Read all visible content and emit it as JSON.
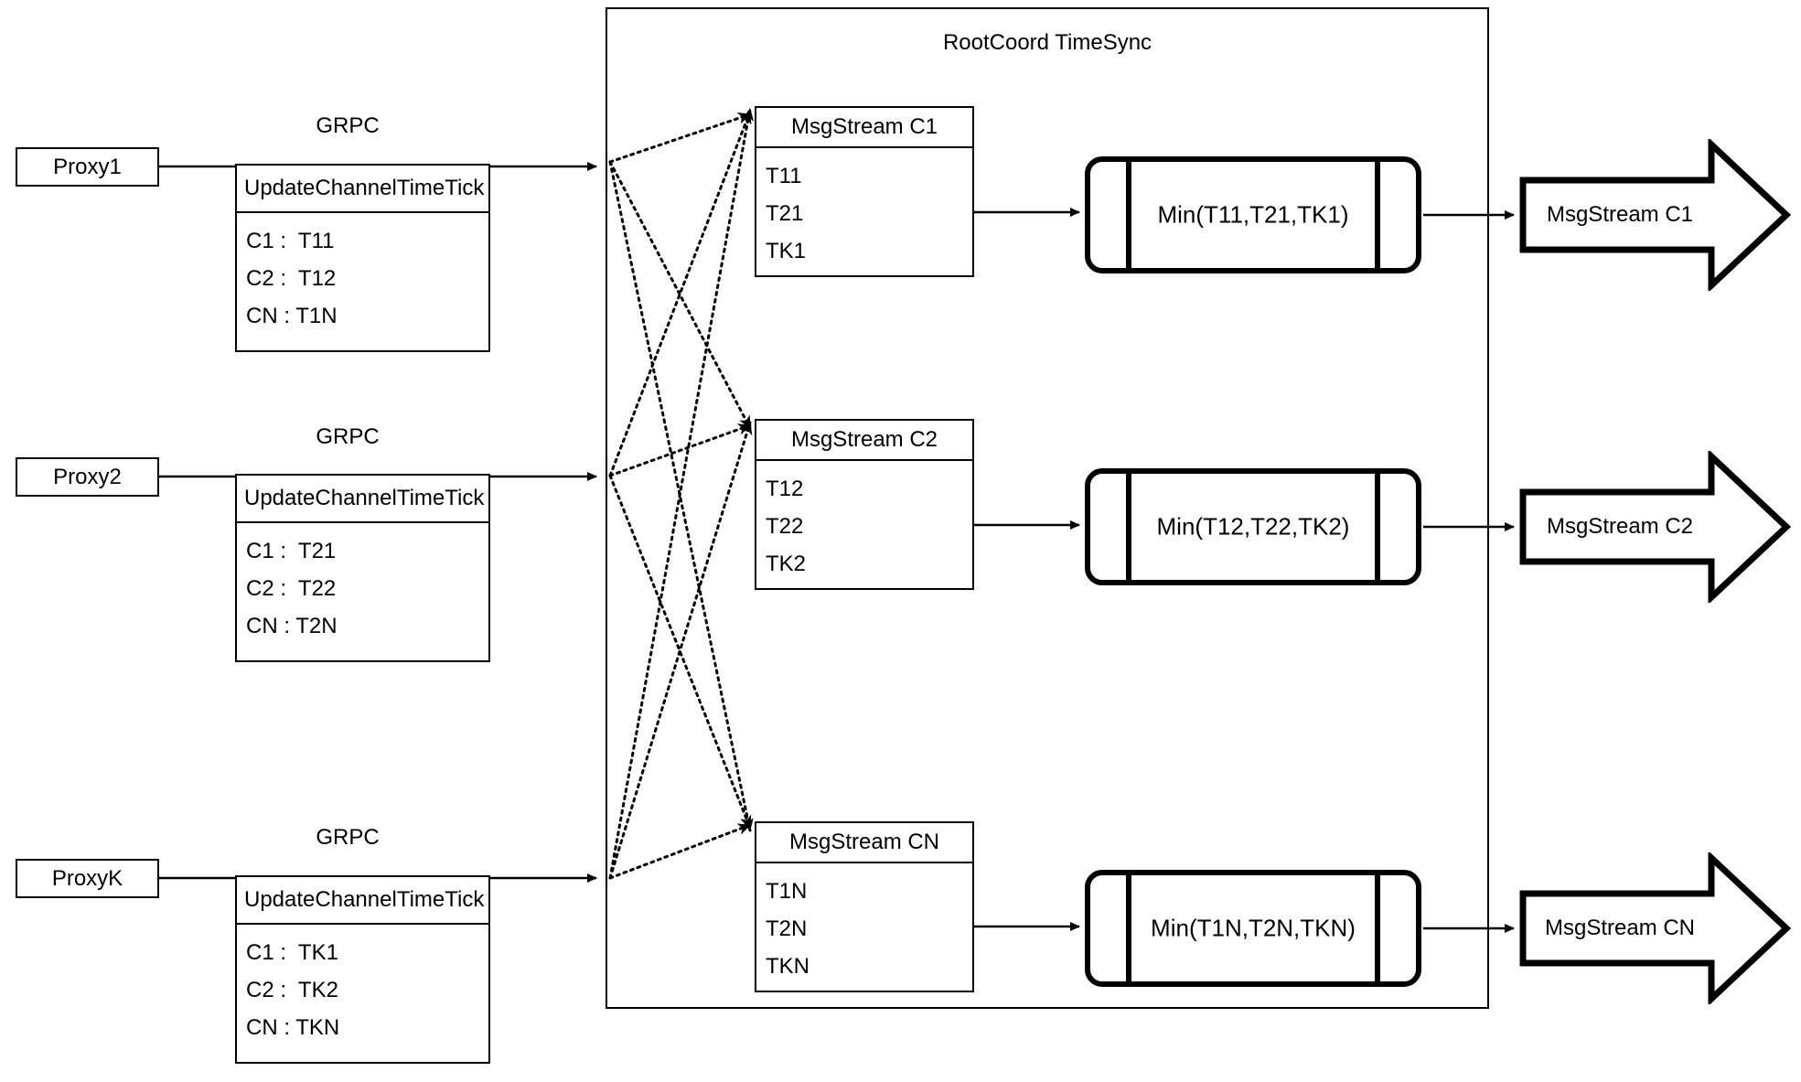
{
  "diagram": {
    "title": "RootCoord TimeSync",
    "protocol_label": "GRPC",
    "proxies": [
      {
        "name": "Proxy1",
        "protocol": "GRPC",
        "rpc_title": "UpdateChannelTimeTick",
        "rows": [
          "C1 :  T11",
          "C2 :  T12",
          "CN : T1N"
        ]
      },
      {
        "name": "Proxy2",
        "protocol": "GRPC",
        "rpc_title": "UpdateChannelTimeTick",
        "rows": [
          "C1 :  T21",
          "C2 :  T22",
          "CN : T2N"
        ]
      },
      {
        "name": "ProxyK",
        "protocol": "GRPC",
        "rpc_title": "UpdateChannelTimeTick",
        "rows": [
          "C1 :  TK1",
          "C2 :  TK2",
          "CN : TKN"
        ]
      }
    ],
    "channels": [
      {
        "stream_title": "MsgStream C1",
        "ticks": [
          "T11",
          "T21",
          "TK1"
        ],
        "min_label": "Min(T11,T21,TK1)",
        "output_label": "MsgStream C1"
      },
      {
        "stream_title": "MsgStream C2",
        "ticks": [
          "T12",
          "T22",
          "TK2"
        ],
        "min_label": "Min(T12,T22,TK2)",
        "output_label": "MsgStream C2"
      },
      {
        "stream_title": "MsgStream CN",
        "ticks": [
          "T1N",
          "T2N",
          "TKN"
        ],
        "min_label": "Min(T1N,T2N,TKN)",
        "output_label": "MsgStream CN"
      }
    ],
    "colors": {
      "stroke": "#000000",
      "background": "#ffffff"
    }
  }
}
